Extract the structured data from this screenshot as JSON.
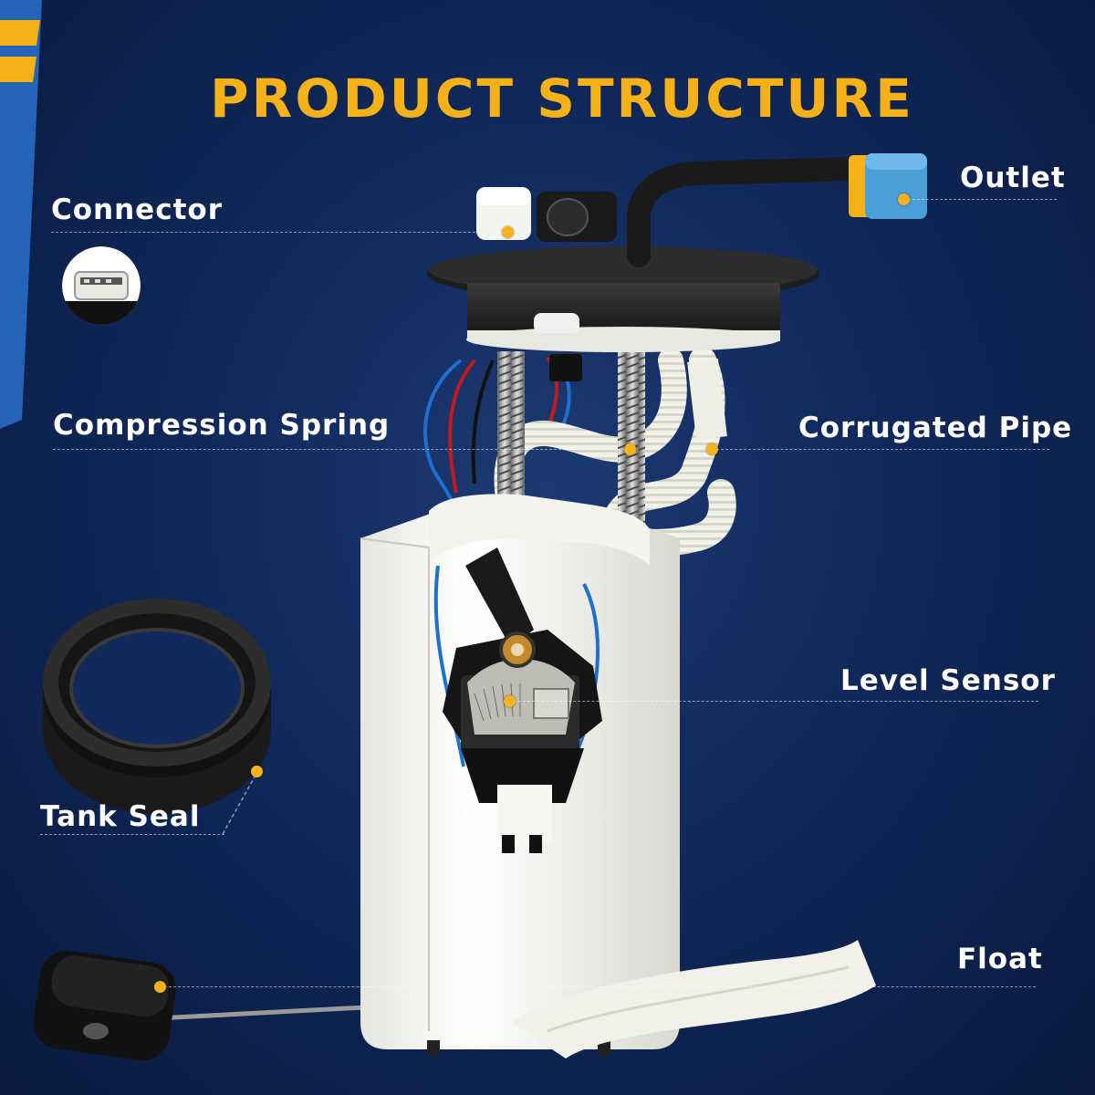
{
  "title": "PRODUCT STRUCTURE",
  "colors": {
    "accent": "#f4b118",
    "background": "#10285a",
    "label_text": "#ffffff",
    "callout_dot": "#f5b21c"
  },
  "callouts": {
    "connector": "Connector",
    "outlet": "Outlet",
    "compression_spring": "Compression Spring",
    "corrugated_pipe": "Corrugated Pipe",
    "level_sensor": "Level Sensor",
    "tank_seal": "Tank Seal",
    "float": "Float"
  }
}
